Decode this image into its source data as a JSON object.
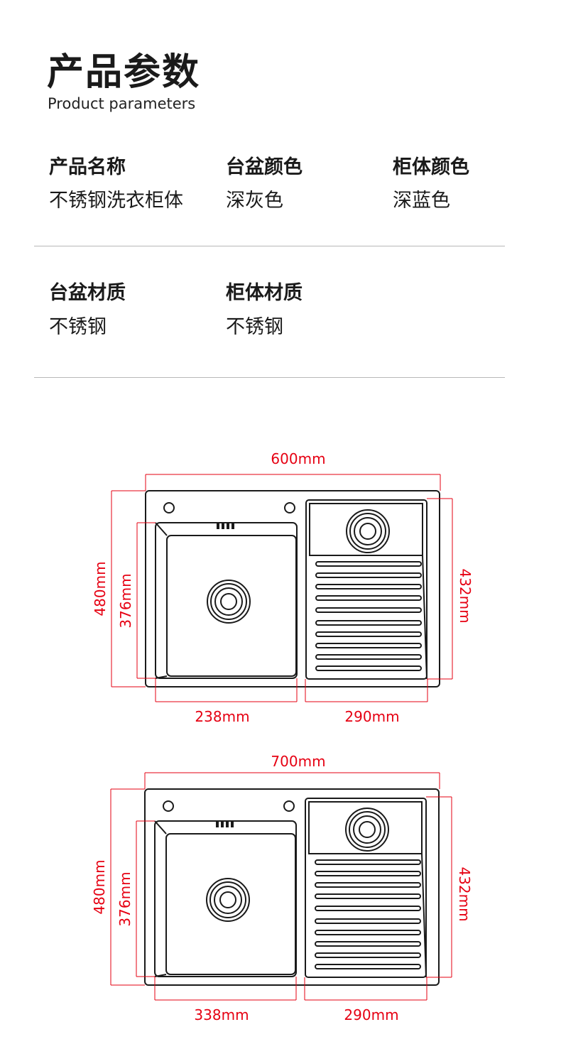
{
  "header": {
    "title": "产品参数",
    "subtitle": "Product parameters"
  },
  "params": [
    {
      "label": "产品名称",
      "value": "不锈钢洗衣柜体"
    },
    {
      "label": "台盆颜色",
      "value": "深灰色"
    },
    {
      "label": "柜体颜色",
      "value": "深蓝色"
    },
    {
      "label": "台盆材质",
      "value": "不锈钢"
    },
    {
      "label": "柜体材质",
      "value": "不锈钢"
    }
  ],
  "diagrams": [
    {
      "total_width": "600mm",
      "depth": "480mm",
      "basin_depth": "376mm",
      "board_depth": "432mm",
      "basin_width": "238mm",
      "board_width": "290mm"
    },
    {
      "total_width": "700mm",
      "depth": "480mm",
      "basin_depth": "376mm",
      "board_depth": "432mm",
      "basin_width": "338mm",
      "board_width": "290mm"
    }
  ],
  "colors": {
    "dimension": "#e60012",
    "outline": "#1a1a1a",
    "divider": "#b8b8b8"
  }
}
